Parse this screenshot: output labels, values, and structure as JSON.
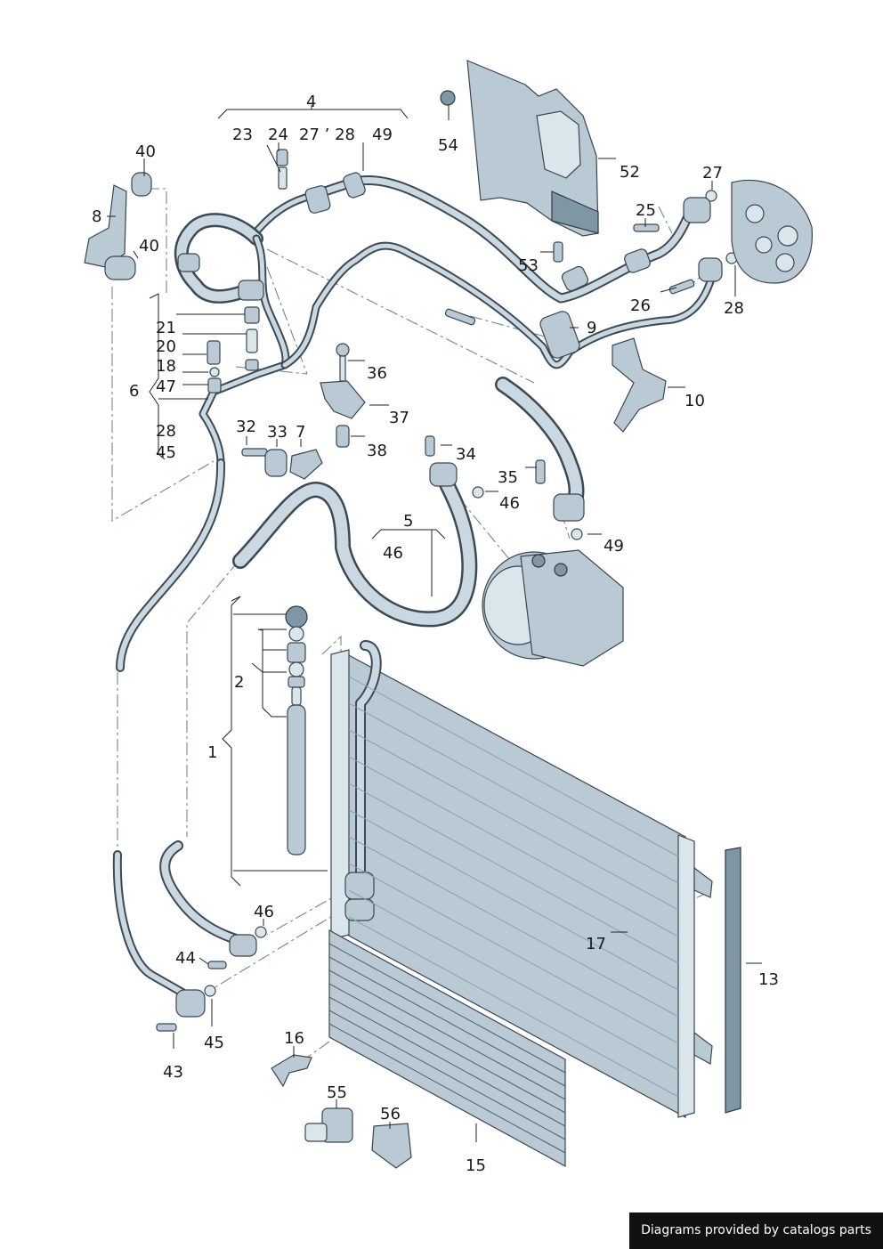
{
  "diagram": {
    "labels": {
      "l4": "4",
      "l23": "23",
      "l24": "24",
      "l27a": "27 ’ 28",
      "l49a": "49",
      "l54": "54",
      "l52": "52",
      "l40a": "40",
      "l8": "8",
      "l40b": "40",
      "l27b": "27",
      "l25": "25",
      "l53": "53",
      "l26": "26",
      "l28a": "28",
      "l9": "9",
      "l21": "21",
      "l20": "20",
      "l18": "18",
      "l6": "6",
      "l47": "47",
      "l28b": "28",
      "l45a": "45",
      "l36": "36",
      "l37": "37",
      "l38": "38",
      "l10": "10",
      "l32": "32",
      "l33": "33",
      "l7": "7",
      "l34": "34",
      "l35": "35",
      "l46a": "46",
      "l5": "5",
      "l46b": "46",
      "l49b": "49",
      "l2": "2",
      "l1": "1",
      "l46c": "46",
      "l17": "17",
      "l13": "13",
      "l44": "44",
      "l45b": "45",
      "l43": "43",
      "l16": "16",
      "l55": "55",
      "l56": "56",
      "l15": "15"
    }
  },
  "footer": {
    "text": "Diagrams provided by catalogs parts"
  }
}
